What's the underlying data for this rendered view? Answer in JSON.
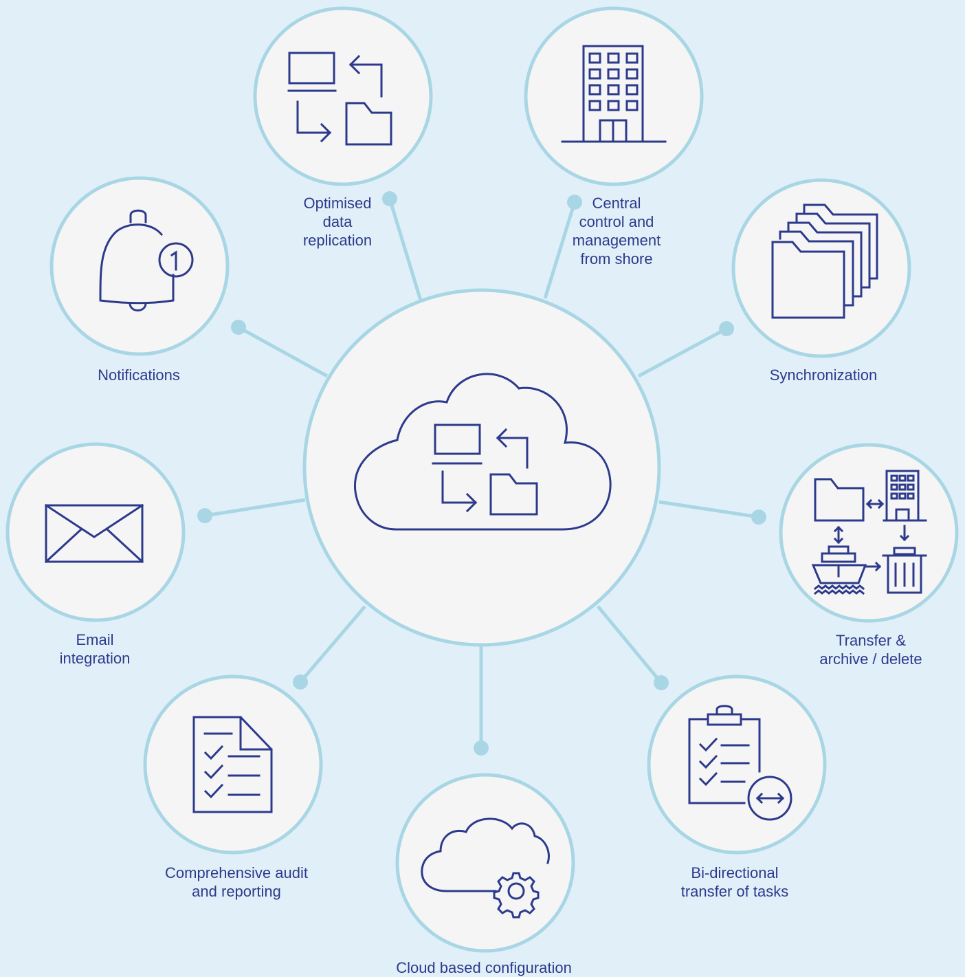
{
  "colors": {
    "background": "#e1f0f8",
    "circle_fill": "#f5f5f5",
    "circle_stroke": "#a9d6e5",
    "connector": "#a9d6e5",
    "icon": "#2d3a8c",
    "label": "#2d3a8c"
  },
  "center": {
    "icon": "cloud-data-replication-icon"
  },
  "features": [
    {
      "id": "notifications",
      "icon": "bell-notification-icon",
      "label": "Notifications"
    },
    {
      "id": "optimised-data-replication",
      "icon": "data-replication-icon",
      "label": "Optimised\ndata\nreplication"
    },
    {
      "id": "central-control",
      "icon": "office-building-icon",
      "label": "Central\ncontrol and\nmanagement\nfrom shore"
    },
    {
      "id": "synchronization",
      "icon": "stacked-folders-icon",
      "label": "Synchronization"
    },
    {
      "id": "email-integration",
      "icon": "envelope-icon",
      "label": "Email\nintegration"
    },
    {
      "id": "transfer-archive-delete",
      "icon": "transfer-archive-delete-icon",
      "label": "Transfer &\narchive / delete"
    },
    {
      "id": "audit-reporting",
      "icon": "checklist-document-icon",
      "label": "Comprehensive audit\nand reporting"
    },
    {
      "id": "cloud-configuration",
      "icon": "cloud-gear-icon",
      "label": "Cloud based configuration"
    },
    {
      "id": "bidirectional-transfer",
      "icon": "clipboard-transfer-icon",
      "label": "Bi-directional\ntransfer of tasks"
    }
  ]
}
